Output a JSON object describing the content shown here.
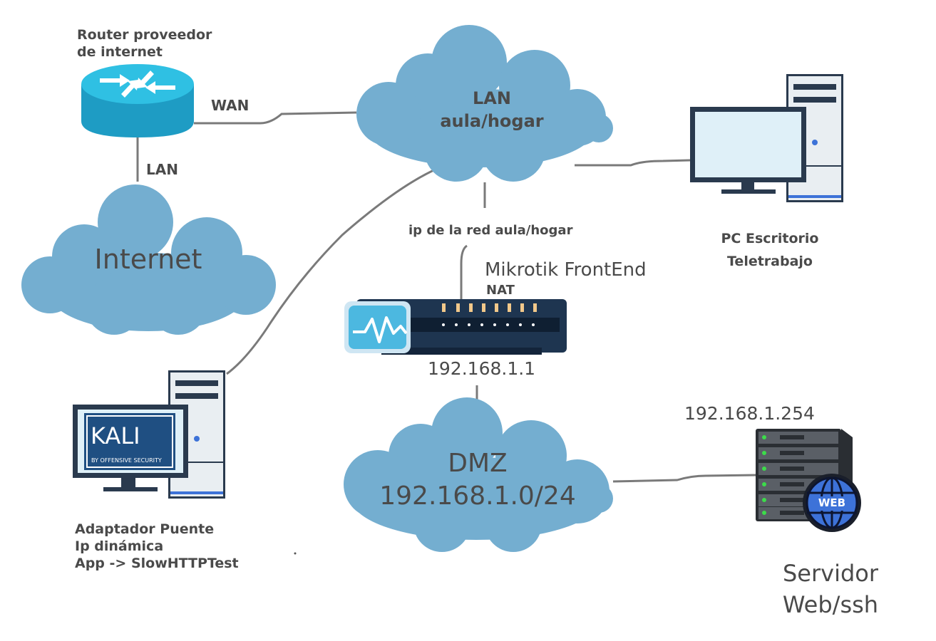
{
  "nodes": {
    "router": {
      "label_line1": "Router proveedor",
      "label_line2": "de internet"
    },
    "internet": {
      "label": "Internet"
    },
    "lan_cloud": {
      "label_line1": "LAN",
      "label_line2": "aula/hogar"
    },
    "pc": {
      "label_line1": "PC Escritorio",
      "label_line2": "Teletrabajo"
    },
    "mikrotik": {
      "label": "Mikrotik FrontEnd",
      "sublabel": "NAT",
      "ip": "192.168.1.1"
    },
    "kali": {
      "screen_text": "KALI",
      "screen_subtext": "BY OFFENSIVE SECURITY",
      "label_line1": "Adaptador Puente",
      "label_line2": "Ip dinámica",
      "label_line3": "App -> SlowHTTPTest"
    },
    "dmz": {
      "label_line1": "DMZ",
      "label_line2": "192.168.1.0/24"
    },
    "server": {
      "ip": "192.168.1.254",
      "badge": "WEB",
      "label_line1": "Servidor",
      "label_line2": "Web/ssh"
    }
  },
  "links": {
    "wan": "WAN",
    "lan": "LAN",
    "lan_ip": "ip de la red aula/hogar"
  },
  "colors": {
    "cloud": "#74aed0",
    "router": "#2ab3d6",
    "line": "#7a7a7a",
    "mikrotik_body": "#1e3550",
    "mikrotik_logo": "#4cb8e0",
    "kali_blue": "#1f4f82",
    "server_globe": "#3d72d8"
  }
}
